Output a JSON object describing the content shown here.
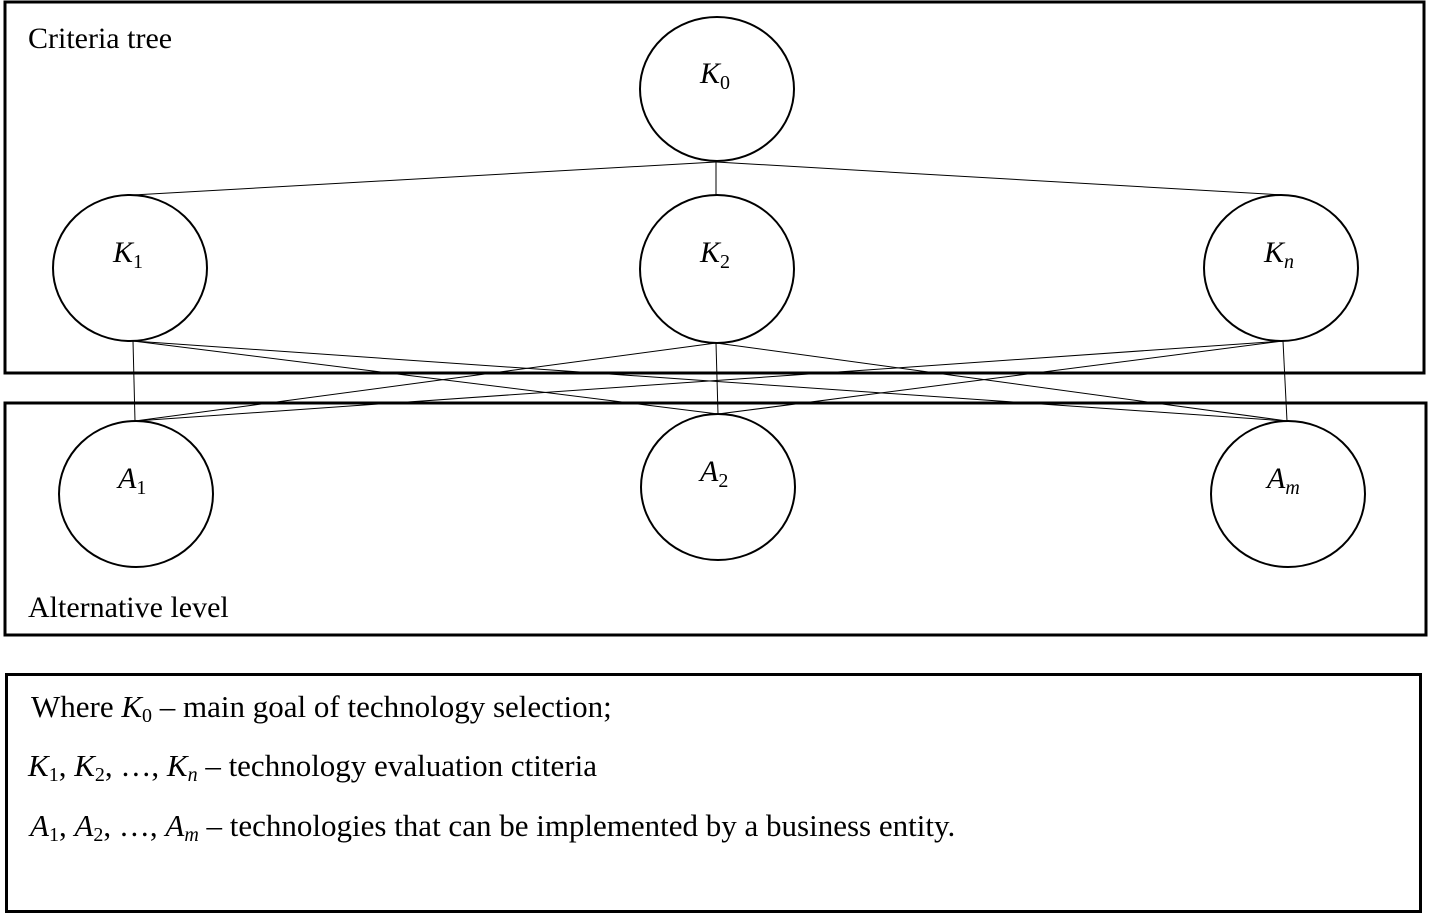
{
  "panels": {
    "criteria_title": "Criteria tree",
    "alternative_title": "Alternative level"
  },
  "nodes": {
    "k0": {
      "base": "K",
      "sub": "0"
    },
    "k1": {
      "base": "K",
      "sub": "1"
    },
    "k2": {
      "base": "K",
      "sub": "2"
    },
    "kn": {
      "base": "K",
      "sub": "n"
    },
    "a1": {
      "base": "A",
      "sub": "1"
    },
    "a2": {
      "base": "A",
      "sub": "2"
    },
    "am": {
      "base": "A",
      "sub": "m"
    }
  },
  "legend": {
    "line1": {
      "prefix": "Where ",
      "sym": "K",
      "sub": "0",
      "text": " – main goal of technology selection;"
    },
    "line2": {
      "s1": "K",
      "b1": "1",
      "s2": "K",
      "b2": "2",
      "s3": "K",
      "b3": "n",
      "sep": ", ",
      "ellipsis": "…",
      "text": " – technology evaluation ctiteria"
    },
    "line3": {
      "s1": "A",
      "b1": "1",
      "s2": "A",
      "b2": "2",
      "s3": "A",
      "b3": "m",
      "sep": ", ",
      "ellipsis": "…",
      "text": " – technologies that can be implemented by a business entity."
    }
  }
}
